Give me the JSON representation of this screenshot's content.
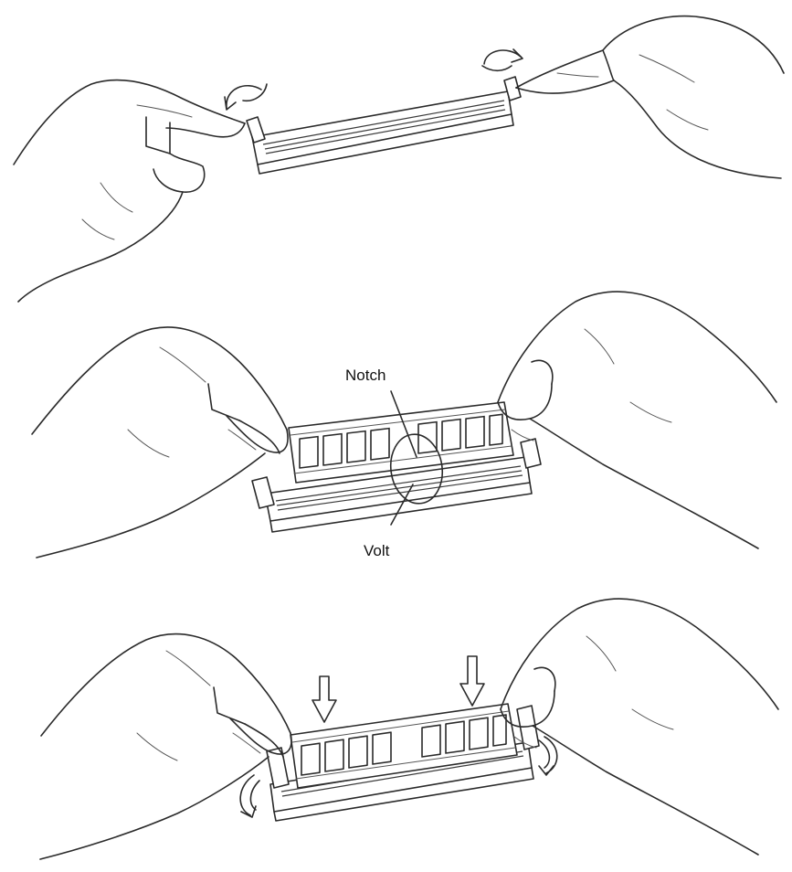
{
  "steps": [
    {
      "id": "open-latches"
    },
    {
      "id": "align-module"
    },
    {
      "id": "press-module"
    }
  ],
  "labels": {
    "notch": "Notch",
    "volt": "Volt"
  },
  "colors": {
    "ink": "#2a2a2a",
    "background": "#ffffff"
  }
}
